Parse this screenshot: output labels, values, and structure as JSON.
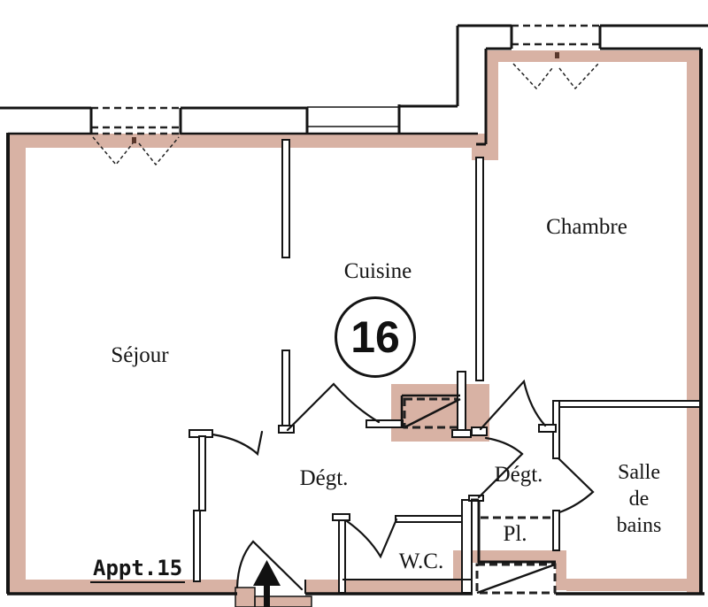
{
  "plan": {
    "unit_number": "16",
    "neighbor_label": "Appt.15",
    "rooms": {
      "sejour": {
        "label": "Séjour"
      },
      "cuisine": {
        "label": "Cuisine"
      },
      "chambre": {
        "label": "Chambre"
      },
      "degagement_1": {
        "label": "Dégt."
      },
      "degagement_2": {
        "label": "Dégt."
      },
      "wc": {
        "label": "W.C."
      },
      "placard": {
        "label": "Pl."
      },
      "salle_de_bains": {
        "label_line1": "Salle",
        "label_line2": "de",
        "label_line3": "bains"
      }
    },
    "colors": {
      "wall_fill": "#d8b2a4",
      "line": "#141414",
      "background": "#ffffff"
    }
  }
}
